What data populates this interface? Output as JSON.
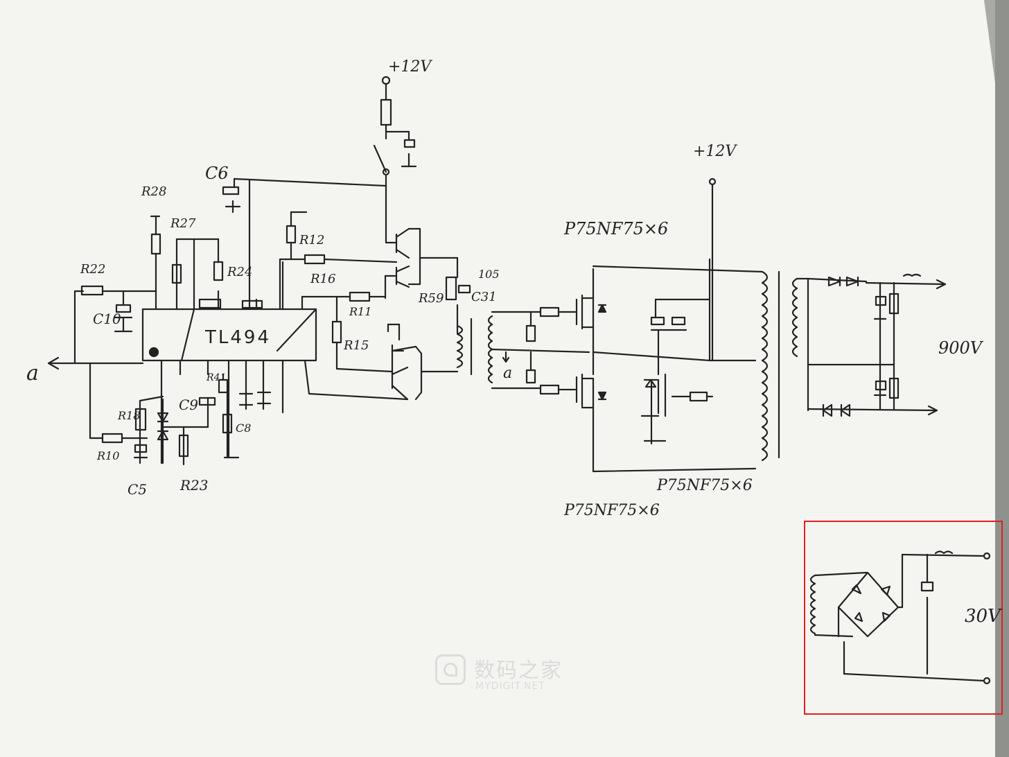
{
  "colors": {
    "paper": "#f4f4f1",
    "ink": "#222222",
    "highlight": "#e0201c",
    "watermark": "#c8c8c8"
  },
  "labels": {
    "ic": "TL494",
    "vcc_top": "+12V",
    "vcc_mid": "+12V",
    "mosfet_top": "P75NF75×6",
    "mosfet_bottom_right": "P75NF75×6",
    "mosfet_bottom_left": "P75NF75×6",
    "out_high": "900V",
    "out_low": "30V",
    "node_a_left": "a",
    "node_a_mid": "a",
    "c6": "C6",
    "r28": "R28",
    "r27": "R27",
    "r22": "R22",
    "r24": "R24",
    "c10": "C10",
    "r12": "R12",
    "r16": "R16",
    "r11": "R11",
    "r15": "R15",
    "r59": "R59",
    "c31": "C31",
    "cap_105": "105",
    "r18": "R18",
    "r10": "R10",
    "c5": "C5",
    "r23": "R23",
    "c9": "C9",
    "r41": "R41",
    "c8": "C8"
  },
  "watermark": {
    "cn": "数码之家",
    "en": "MYDIGIT.NET"
  }
}
